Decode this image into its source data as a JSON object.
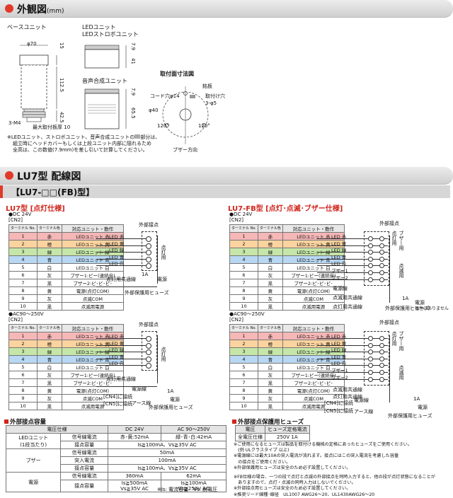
{
  "dimensions": {
    "title": "外観図",
    "unit": "(mm)",
    "base_unit": "ベースユニット",
    "led_unit_1": "LEDユニット",
    "led_unit_2": "LEDストロボユニット",
    "voice_unit": "音声合成ユニット",
    "mount_title": "取付面寸法図",
    "dims_base": {
      "phi": "φ70",
      "d15": "15",
      "d1125": "112.5",
      "d425": "42.5",
      "thread": "3-M4",
      "max_plate": "最大取付板厚",
      "plate_val": "10"
    },
    "dims_led": {
      "d79": "7.9",
      "d41": "41"
    },
    "dims_voice": {
      "d79": "7.9",
      "d655": "65.5"
    },
    "mount": {
      "cord": "コード穴φ14",
      "nameplate": "銘板",
      "hole": "取付け穴",
      "hole_spec": "3-φ5",
      "phi40": "φ40",
      "a120a": "120°",
      "a120b": "120°",
      "buzzer_dir": "ブザー方向"
    },
    "note": "※LEDユニット、ストロボユニット、音声合成ユニットの",
    "note_tail": "部分は、",
    "note2": "組立時にヘッドカバーもしくは上段ユニット内部に隠れるため",
    "note3": "全高は、この数値(7.9mm)を差し引いて計算してください。"
  },
  "wiring": {
    "title": "LU7型 配線図",
    "sub_title": "【LU7-□□(FB)型】",
    "left_title": "LU7型 [点灯仕様]",
    "right_title": "LU7-FB型 [点灯･点滅･ブザー仕様]",
    "dc": "●DC 24V",
    "ac": "●AC90～250V",
    "cn2": "[CN2]",
    "cn4": "[CN4]に接続",
    "cn5": "[CN5]に接続",
    "headers": [
      "ターミナル No.",
      "ターミナル色",
      "対応ユニット・動作"
    ],
    "rows_left": [
      {
        "no": "1",
        "color": "赤",
        "func": "LEDユニット 赤",
        "bg": "#f6b7b7"
      },
      {
        "no": "2",
        "color": "橙",
        "func": "LEDユニット 黄",
        "bg": "#fbd39f"
      },
      {
        "no": "3",
        "color": "緑",
        "func": "LEDユニット 緑",
        "bg": "#c5e6a8"
      },
      {
        "no": "4",
        "color": "青",
        "func": "LEDユニット 青",
        "bg": "#b8d7f2"
      },
      {
        "no": "5",
        "color": "白",
        "func": "LEDユニット 白",
        "bg": "#ffffff"
      },
      {
        "no": "6",
        "color": "灰",
        "func": "ブザー1:ピー(連続音)",
        "bg": "#ffffff"
      },
      {
        "no": "7",
        "color": "黒",
        "func": "ブザー2:ピ･ピ･ピ･",
        "bg": "#ffffff"
      },
      {
        "no": "8",
        "color": "黄",
        "func": "電源(点灯COM)",
        "bg": "#ffffff"
      },
      {
        "no": "9",
        "color": "灰",
        "func": "点滅COM",
        "bg": "#ffffff"
      },
      {
        "no": "10",
        "color": "黒",
        "func": "点滅用電源",
        "bg": "#ffffff"
      }
    ],
    "wires_left": [
      "LED 赤",
      "LED 黄",
      "LED 緑",
      "LED 青",
      "LED 白"
    ],
    "wires_right": [
      "LED 赤",
      "LED 黄",
      "LED 緑",
      "LED 青",
      "LED 白",
      "ブザー1",
      "ブザー2"
    ],
    "contact": "外部接点",
    "on_use": "点灯用",
    "blink_use": "点滅用",
    "buzzer_use": "ブザー用",
    "common": "点灯用共通線",
    "common_blink": "点滅用共通線",
    "power": "電源",
    "power_line": "電源線",
    "earth_line": "アース線",
    "fuse": "外部保護用ヒューズ",
    "fuse_val": "1A",
    "power_note": "電源線",
    "no_polarity": "極性はありません",
    "power2": "電源"
  },
  "specs": {
    "capacity_title": "外部接点容量",
    "cap_header": [
      "電圧仕様",
      "DC 24V",
      "AC 90～250V"
    ],
    "cap_rows": [
      {
        "a": "LEDユニット",
        "a2": "(1段当たり)",
        "b": "信号線電流",
        "c": "赤･黄:52mA",
        "d": "緑･青･白:42mA"
      },
      {
        "a": "",
        "a2": "",
        "b": "接点容量",
        "c": "Is≧100mA、Vs≧35V AC",
        "d": ""
      },
      {
        "a": "ブザー",
        "a2": "",
        "b": "信号線電流",
        "c": "50mA",
        "d": ""
      },
      {
        "a": "",
        "a2": "",
        "b": "突入電流",
        "c": "100mA",
        "d": ""
      },
      {
        "a": "",
        "a2": "",
        "b": "接点容量",
        "c": "Is≧100mA、Vs≧35V AC",
        "d": ""
      },
      {
        "a": "電源",
        "a2": "",
        "b": "信号線電流",
        "c": "360mA",
        "d": "62mA"
      },
      {
        "a": "",
        "a2": "",
        "b": "接点容量",
        "c": "Is≧500mA",
        "c2": "Vs≧35V AC",
        "d": "Is≧100mA",
        "d2": "Vs≧250V AC"
      }
    ],
    "cap_note": "※Is: 電流容量　Vs: 耐電圧",
    "fuse_title": "外部接点保護用ヒューズ",
    "fuse_header": [
      "電圧",
      "ヒューズ定格電流"
    ],
    "fuse_row": [
      "全電圧仕様",
      "250V 1A"
    ],
    "fuse_notes": [
      "※ご使用になるヒューズは製品を取付ける機械の定格にあったヒューズをご使用ください。",
      "　(例 ULクラスタイプ 以上)",
      "※電源線には最大10Aの突入電流が流れます。接点にはこの突入電流を考慮した容量",
      "　の接点をご使用ください。",
      "※外部保護用ヒューズは安全のため必ず設置してください。",
      "※FB仕様の場合、一つの段で点灯と点滅の外部接点を同時入力すると、他の段が点灯状態になることが",
      "　ありますので、点灯・点滅の同時入力はしないでください。",
      "※外部接点用ヒューズは安全のため必ず設置してください。",
      "※推奨リード線種･線径　UL1007 AWG26～20、UL1430AWG26～20"
    ]
  },
  "colors": {
    "accent": "#e23a2a",
    "title_red": "#d0251b"
  }
}
